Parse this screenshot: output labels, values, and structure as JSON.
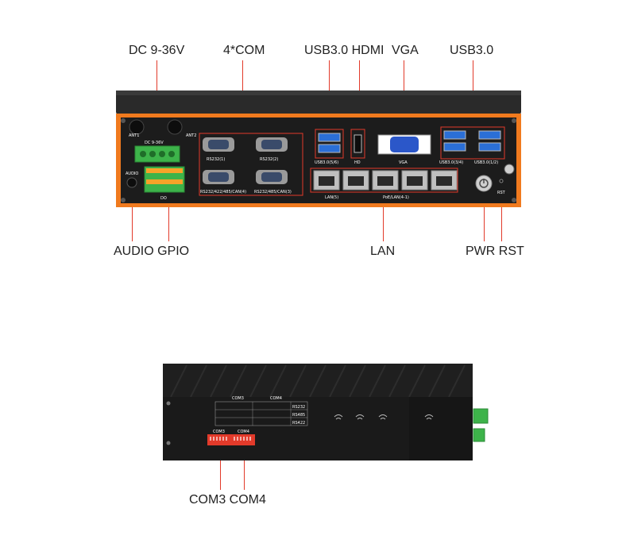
{
  "callouts": {
    "dc": "DC 9-36V",
    "com": "4*COM",
    "usb30_hdmi": "USB3.0 HDMI",
    "vga": "VGA",
    "usb30": "USB3.0",
    "audio_gpio": "AUDIO GPIO",
    "lan": "LAN",
    "pwr_rst": "PWR RST",
    "com3_com4": "COM3 COM4"
  },
  "front_panel": {
    "ant1": "ANT1",
    "ant2": "ANT2",
    "dc_silk": "DC 9-36V",
    "audio": "AUDIO",
    "do": "DO",
    "rs232_1": "RS232(1)",
    "rs232_2": "RS232(2)",
    "rs232_4": "RS232/422/485/CAN(4)",
    "rs232_3": "RS232/485/CAN(3)",
    "usb56": "USB3.0(5/6)",
    "hd": "HD",
    "vga": "VGA",
    "usb34": "USB3.0(3/4)",
    "usb12": "USB3.0(1/2)",
    "lan5": "LAN(5)",
    "poe": "PoE/LAN(4-1)",
    "rst": "RST"
  },
  "side_panel": {
    "com3": "COM3",
    "com4": "COM4",
    "rows": [
      "RS232",
      "RS485",
      "RS422"
    ]
  },
  "colors": {
    "accent": "#e23a2a",
    "orange": "#f07a1e",
    "body": "#1c1c1c",
    "usb_blue": "#2b6fd6",
    "terminal_green": "#3db34a"
  }
}
